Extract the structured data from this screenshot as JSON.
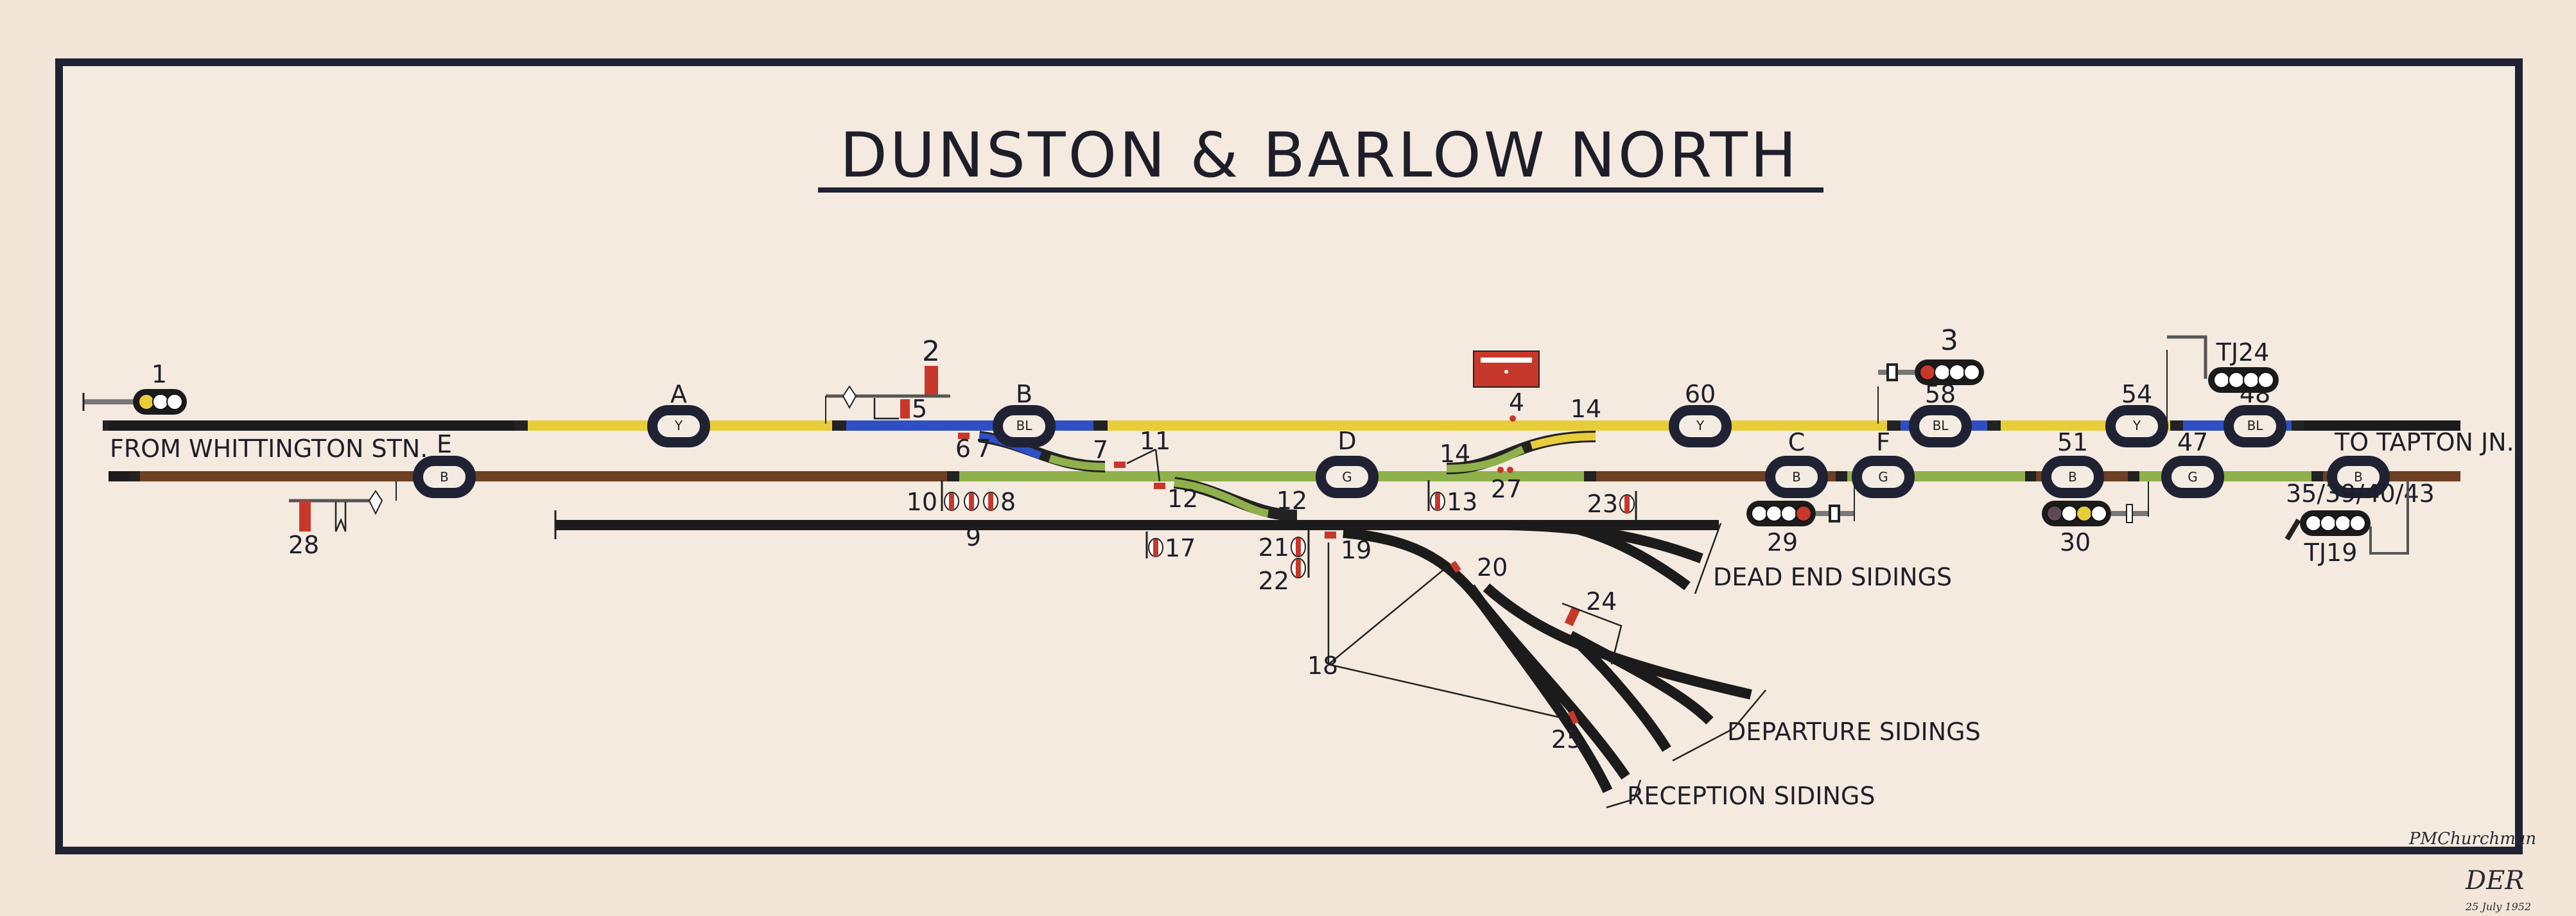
{
  "title": "DUNSTON & BARLOW NORTH",
  "labels": {
    "from": "FROM WHITTINGTON STN.",
    "to": "TO TAPTON JN.",
    "dead_end": "DEAD END SIDINGS",
    "departure": "DEPARTURE SIDINGS",
    "reception": "RECEPTION SIDINGS",
    "tapton_levers": "35/39/40/43"
  },
  "track_circuits": [
    {
      "name": "A",
      "code": "Y"
    },
    {
      "name": "E",
      "code": "B"
    },
    {
      "name": "B",
      "code": "BL"
    },
    {
      "name": "D",
      "code": "G"
    },
    {
      "name": "60",
      "code": "Y"
    },
    {
      "name": "C",
      "code": "B"
    },
    {
      "name": "F",
      "code": "G"
    },
    {
      "name": "58",
      "code": "BL"
    },
    {
      "name": "54",
      "code": "Y"
    },
    {
      "name": "48",
      "code": "BL"
    },
    {
      "name": "51",
      "code": "B"
    },
    {
      "name": "47",
      "code": "G"
    },
    {
      "name": "",
      "code": "B"
    }
  ],
  "signals": {
    "s1": "1",
    "s2": "2",
    "s3": "3",
    "s4": "4",
    "s5": "5",
    "s6": "6",
    "s7": "7",
    "s7b": "7",
    "s8": "8",
    "s9": "9",
    "s10": "10",
    "s11": "11",
    "s12": "12",
    "s12b": "12",
    "s13": "13",
    "s14": "14",
    "s14b": "14",
    "s17": "17",
    "s18": "18",
    "s19": "19",
    "s20": "20",
    "s21": "21",
    "s22": "22",
    "s23": "23",
    "s24": "24",
    "s25": "25",
    "s27": "27",
    "s28": "28",
    "s29": "29",
    "s30": "30",
    "tj24": "TJ24",
    "tj19": "TJ19"
  },
  "signatures": {
    "maker": "PMChurchman",
    "initials": "DER",
    "date": "25 July 1952"
  },
  "colors": {
    "yellow": "#e8cd3a",
    "blue": "#2f4fc4",
    "brown": "#6e3f22",
    "green": "#8fb04a",
    "red": "#c8382a",
    "black": "#1b1b1b"
  }
}
